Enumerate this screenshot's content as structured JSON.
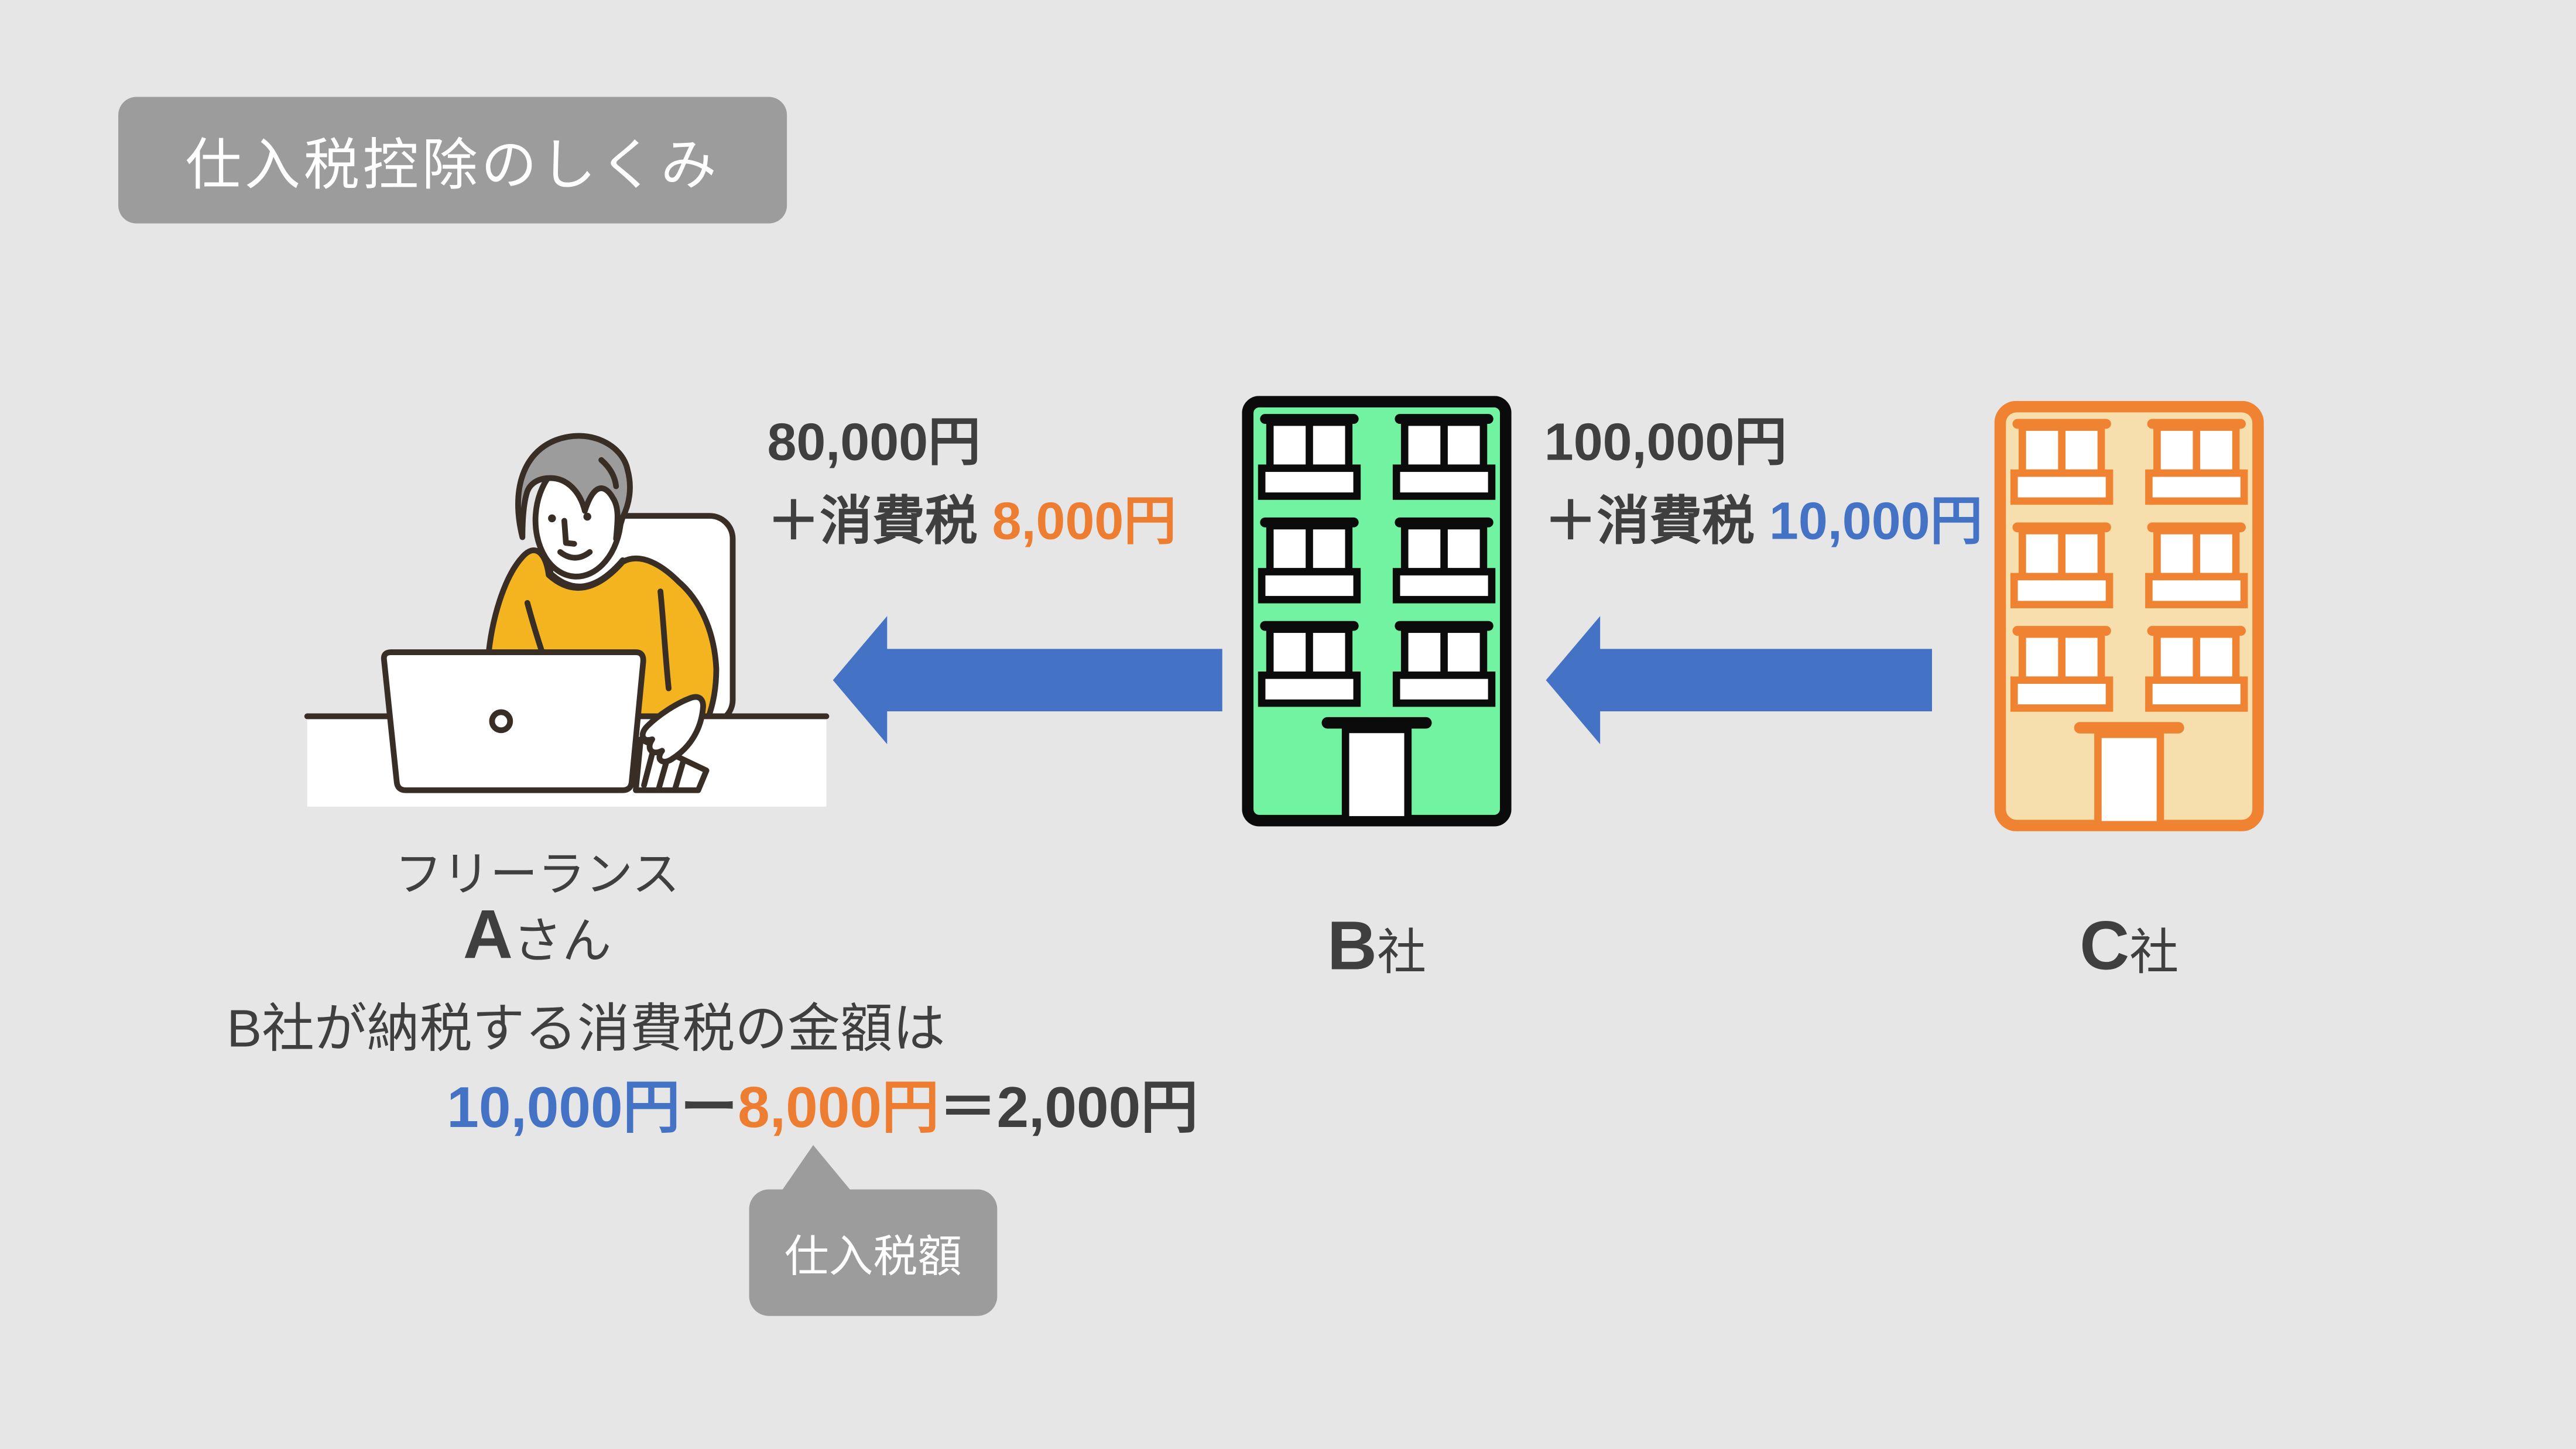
{
  "title_badge": {
    "label": "仕入税控除のしくみ"
  },
  "colors": {
    "background": "#E6E6E6",
    "badge_gray": "#9C9C9C",
    "dark_text": "#3F3F3F",
    "accent_blue": "#4472C4",
    "accent_orange": "#ED7D31",
    "arrow_blue": "#4472C4",
    "building_b_fill": "#72F3A2",
    "building_b_stroke": "#0B0B0B",
    "building_c_fill": "#F7DFAD",
    "building_c_stroke": "#EF8332",
    "sweater_yellow": "#F3B41F",
    "hair_gray": "#9C9C9C",
    "illustration_outline": "#382E26"
  },
  "freelancer": {
    "role_label": "フリーランス",
    "name_big": "A",
    "name_small": "さん"
  },
  "company_b": {
    "name_big": "B",
    "name_small": "社"
  },
  "company_c": {
    "name_big": "C",
    "name_small": "社"
  },
  "payment_to_b": {
    "amount": "80,000円",
    "tax_label": "＋消費税",
    "tax_amount": "8,000円"
  },
  "payment_to_c": {
    "amount": "100,000円",
    "tax_label": "＋消費税",
    "tax_amount": "10,000円"
  },
  "note": {
    "text": "B社が納税する消費税の金額は"
  },
  "formula": {
    "minuend": "10,000円",
    "operator_minus": "ー",
    "subtrahend": "8,000円",
    "operator_equals": "＝",
    "result": "2,000円"
  },
  "callout": {
    "label": "仕入税額"
  }
}
